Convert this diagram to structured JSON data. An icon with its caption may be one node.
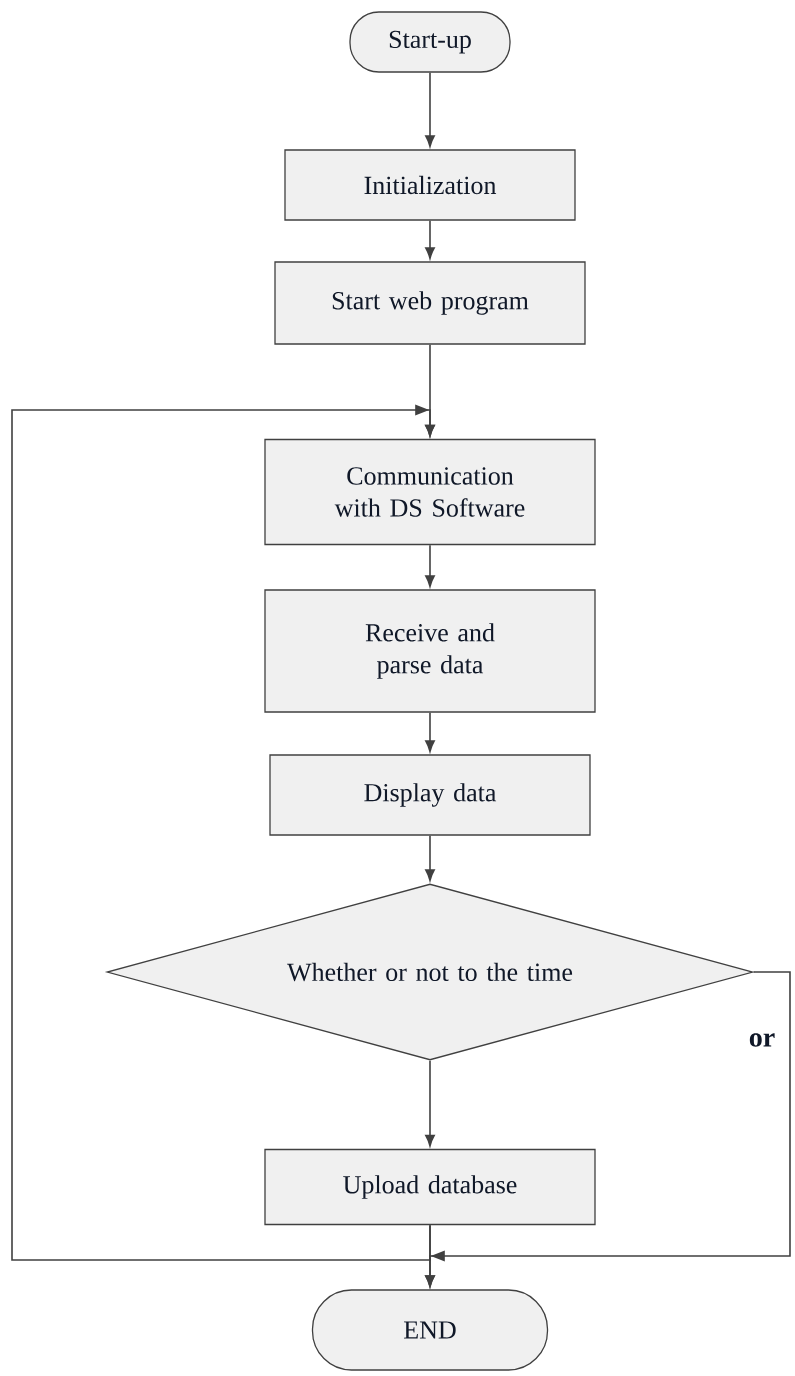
{
  "diagram": {
    "nodes": [
      {
        "text": [
          "Start-up"
        ]
      },
      {
        "text": [
          "Initialization"
        ]
      },
      {
        "text": [
          "Start web program"
        ]
      },
      {
        "text": [
          "Communication with DS Software"
        ]
      },
      {
        "text": [
          "Receive and parse data"
        ]
      },
      {
        "text": [
          "Display data"
        ]
      },
      {
        "text": [
          "Whether or not to the time"
        ]
      },
      {
        "text": [
          "Upload database"
        ]
      },
      {
        "text": [
          "END"
        ]
      }
    ],
    "edges": [
      {
        "from": 0,
        "to": 1,
        "arrow": "to"
      },
      {
        "from": 1,
        "to": 2,
        "arrow": "to"
      },
      {
        "from": 2,
        "to": 3,
        "arrow": "to"
      },
      {
        "from": 3,
        "to": 4,
        "arrow": "to"
      },
      {
        "from": 4,
        "to": 5,
        "arrow": "to"
      },
      {
        "from": 5,
        "to": 6,
        "arrow": "to"
      },
      {
        "from": 6,
        "to": 7,
        "arrow": "to"
      },
      {
        "from": 7,
        "to": 8,
        "arrow": "to"
      },
      {
        "from": 6,
        "to": 8,
        "arrow": "to",
        "label": "or"
      },
      {
        "from": 7,
        "to": 3,
        "arrow": "to"
      }
    ]
  }
}
